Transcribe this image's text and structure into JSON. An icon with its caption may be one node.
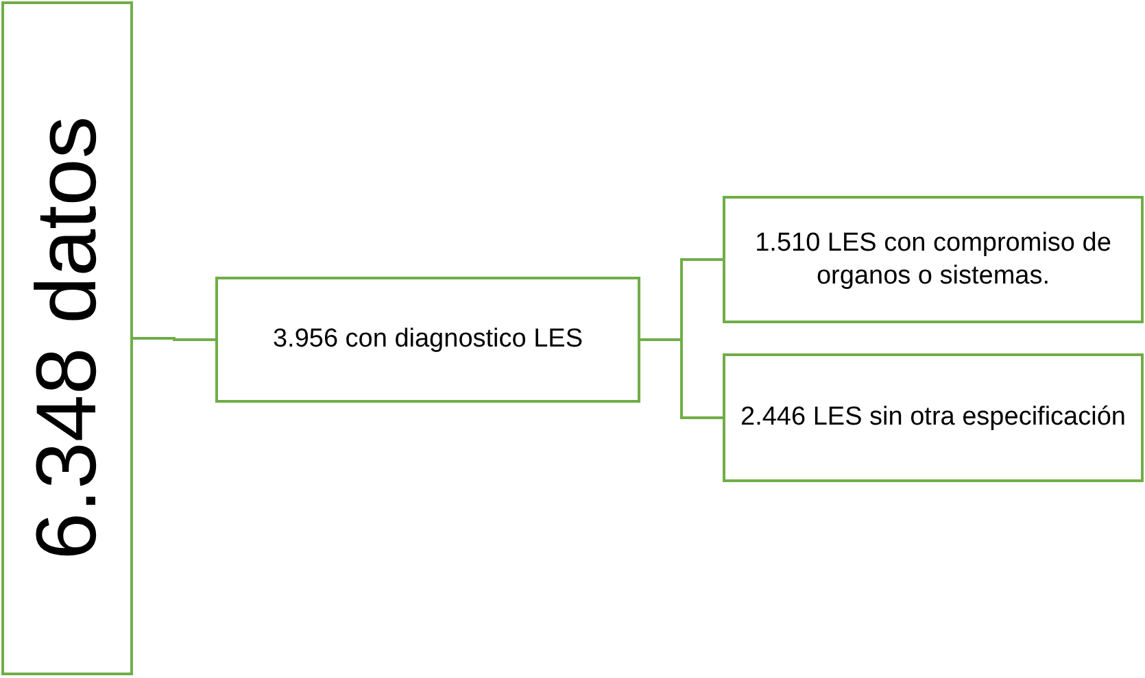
{
  "diagram": {
    "nodes": [
      {
        "text": [
          "6.348 datos"
        ]
      },
      {
        "text": [
          "3.956 con diagnostico LES"
        ]
      },
      {
        "text": [
          "1.510 LES con compromiso de organos o sistemas."
        ]
      },
      {
        "text": [
          "2.446 LES sin otra especificación"
        ]
      }
    ],
    "edges": [
      {
        "from": 0,
        "to": 1,
        "arrow": "none"
      },
      {
        "from": 1,
        "to": 2,
        "arrow": "none"
      },
      {
        "from": 1,
        "to": 3,
        "arrow": "none"
      }
    ]
  }
}
